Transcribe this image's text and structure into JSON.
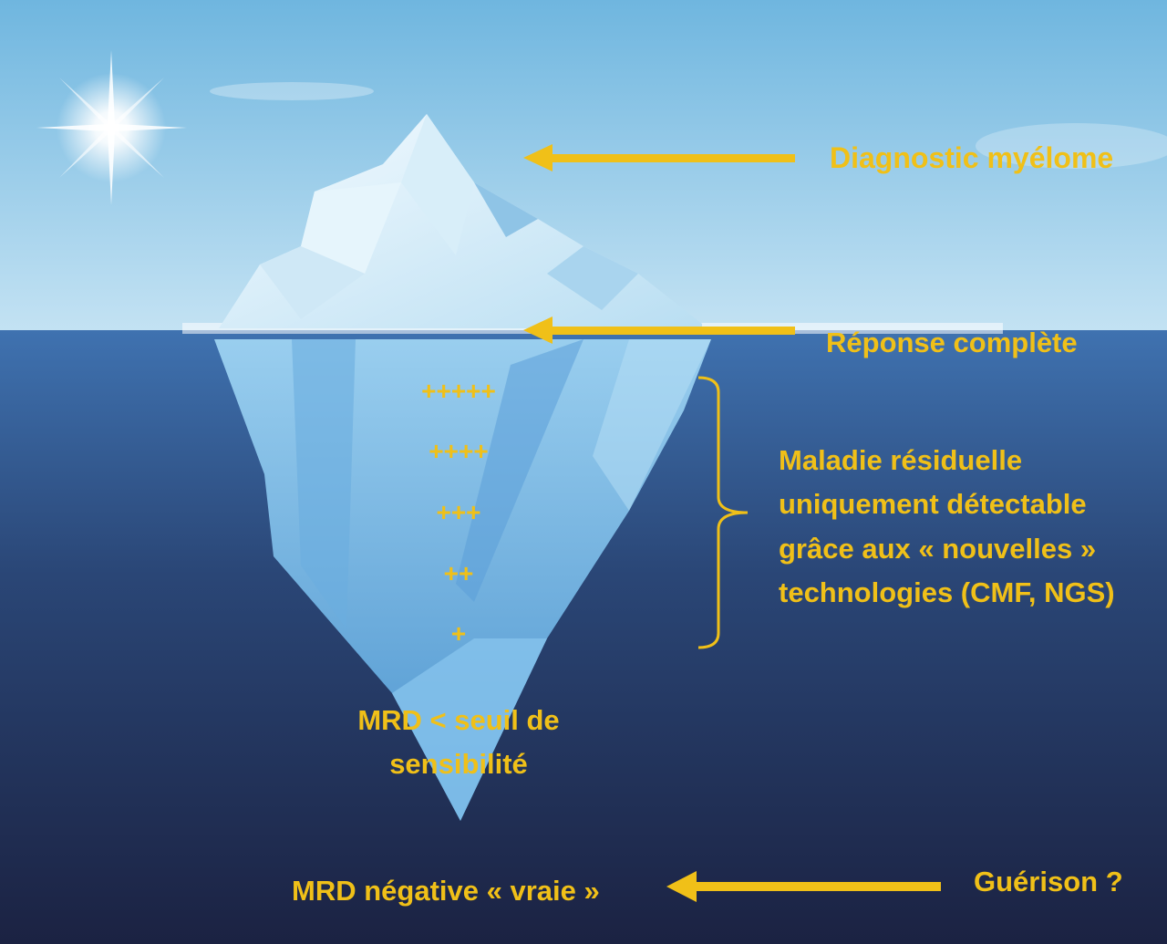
{
  "colors": {
    "accent": "#f0c018",
    "sky_top": "#6fb6df",
    "sky_bottom": "#bfe0f3",
    "sea_top": "#3d6fae",
    "sea_bottom": "#1c2545"
  },
  "labels": {
    "diagnostic": "Diagnostic myélome",
    "reponse": "Réponse complète",
    "maladie_lines": [
      "Maladie résiduelle",
      "uniquement détectable",
      "grâce aux « nouvelles »",
      "technologies (CMF, NGS)"
    ],
    "levels": [
      "+++++",
      "++++",
      "+++",
      "++",
      "+"
    ],
    "seuil_lines": [
      "MRD < seuil de",
      "sensibilité"
    ],
    "mrd_negative": "MRD négative « vraie »",
    "guerison": "Guérison ?"
  }
}
